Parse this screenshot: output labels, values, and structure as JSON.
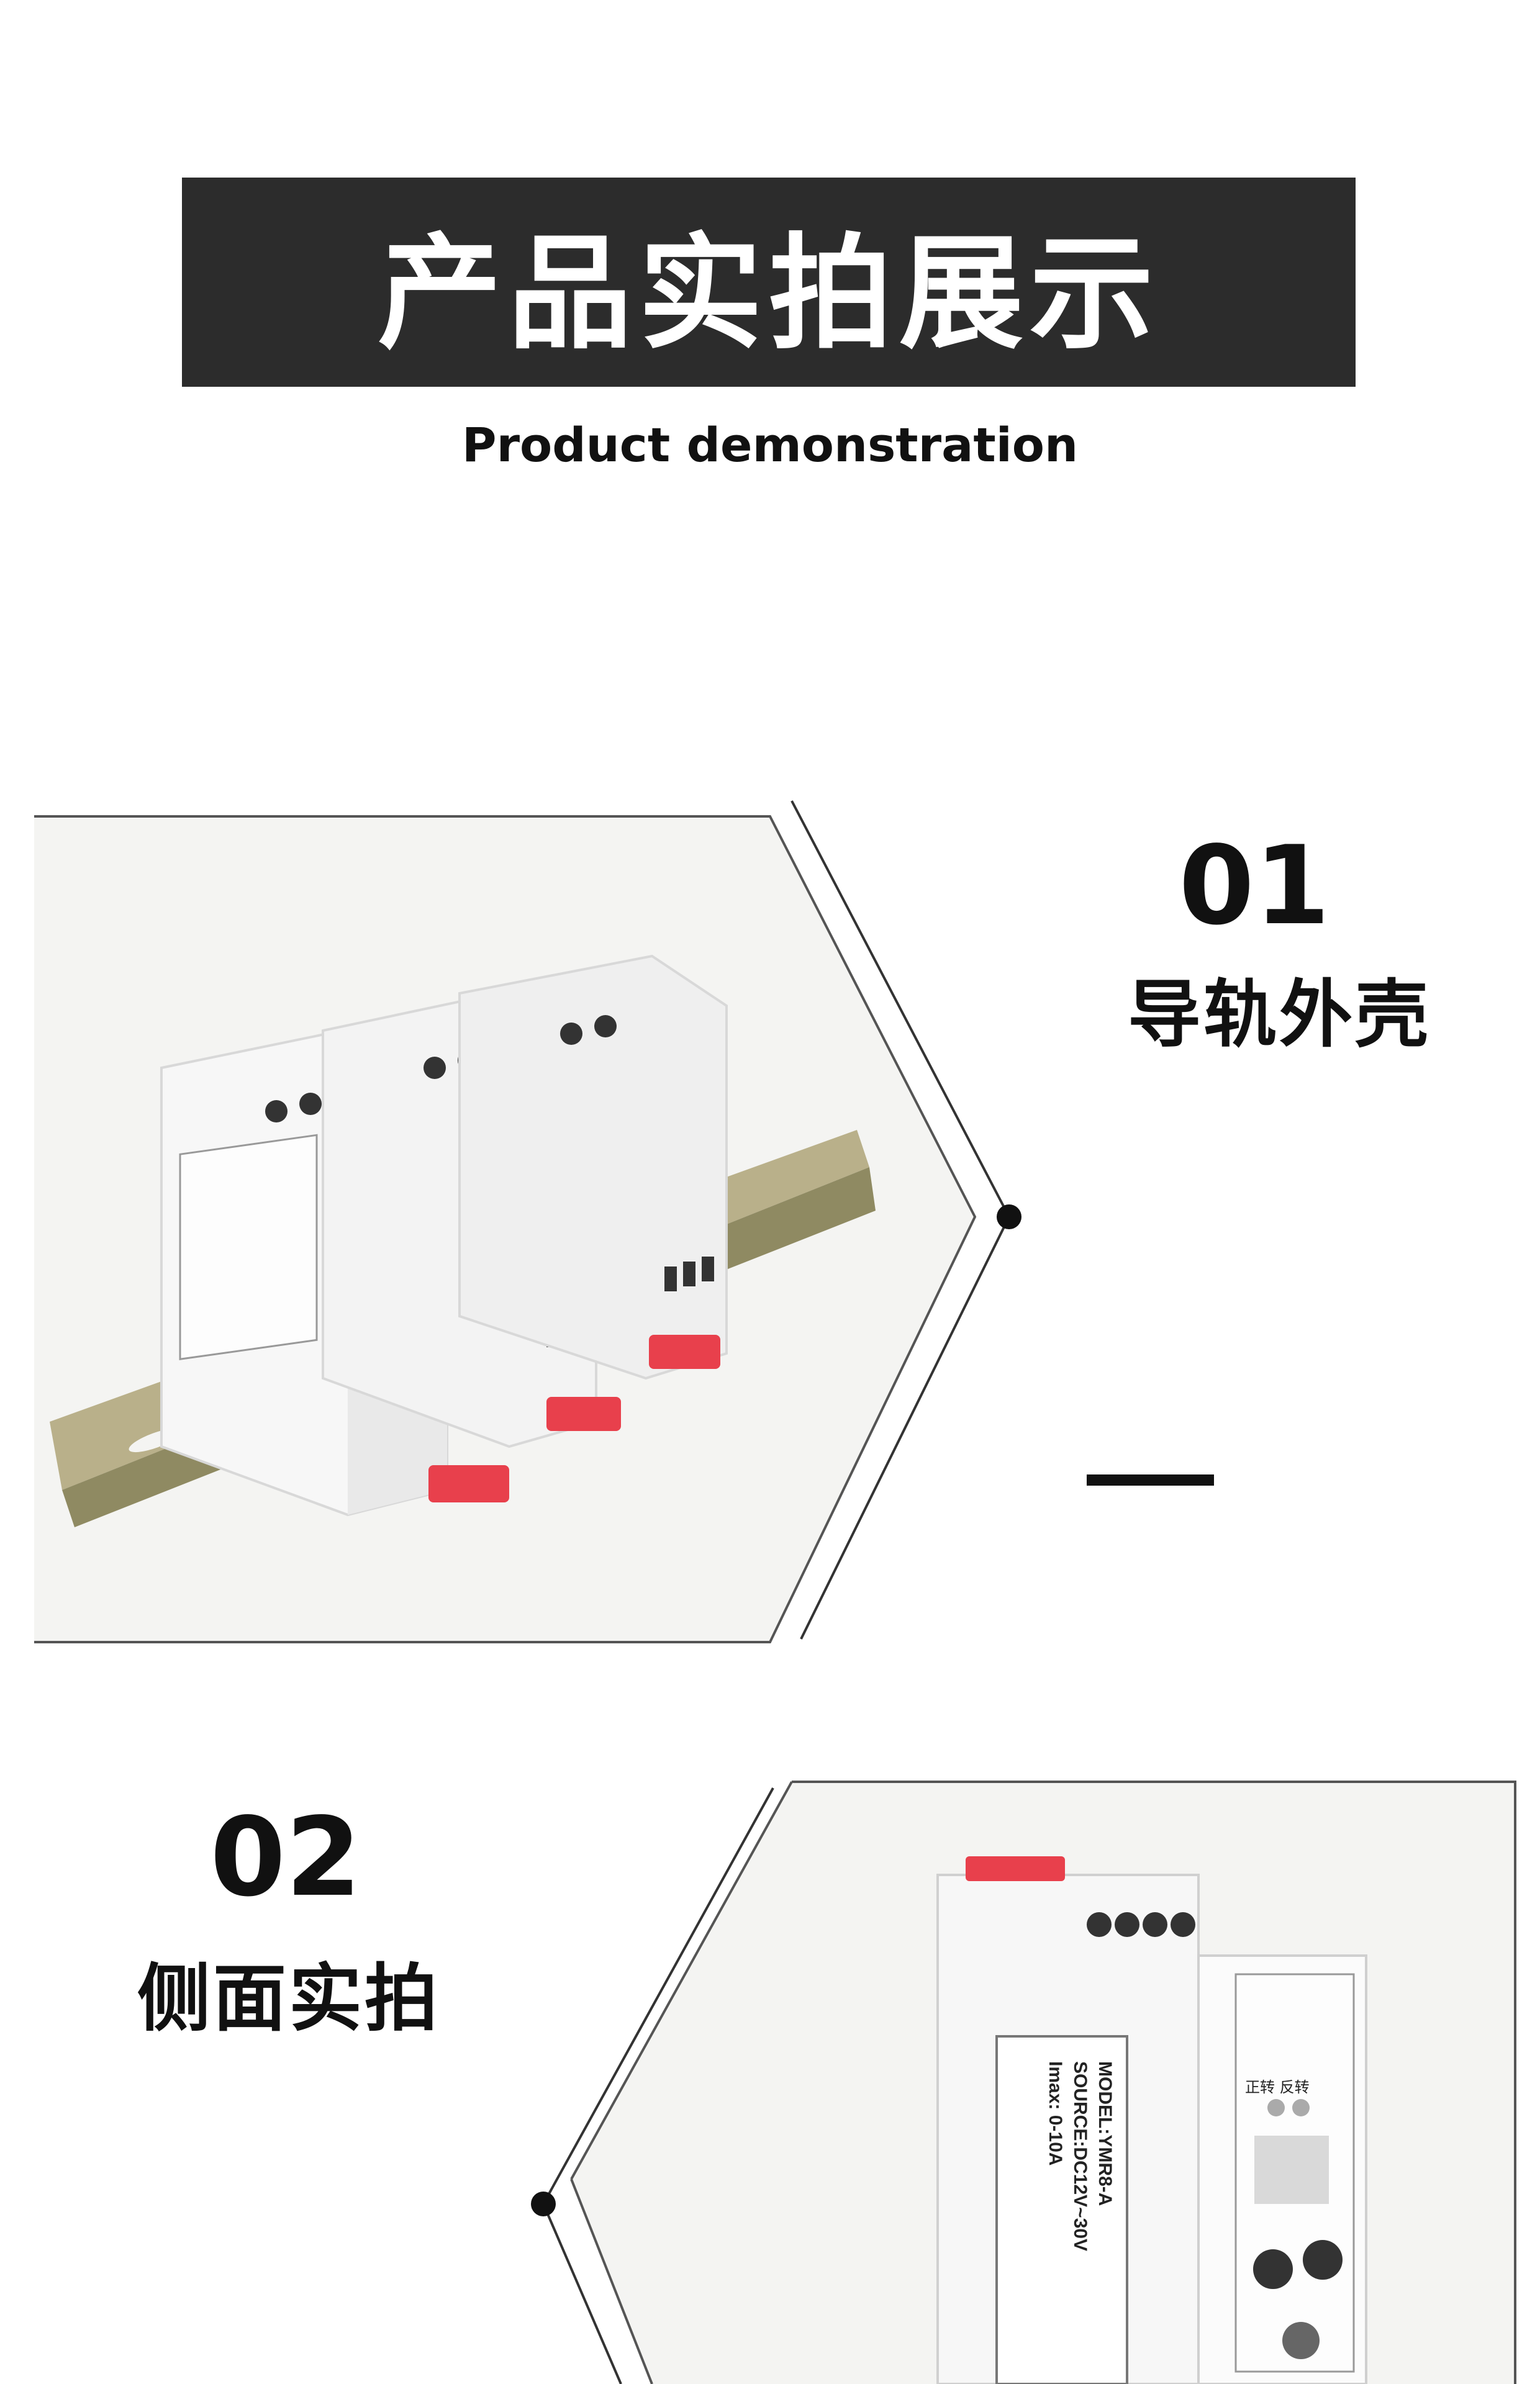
{
  "header": {
    "title_cn": "产品实拍展示",
    "title_en": "Product demonstration"
  },
  "sections": [
    {
      "number": "01",
      "label": "导轨外壳"
    },
    {
      "number": "02",
      "label": "侧面实拍"
    }
  ],
  "product_labels": {
    "model": "MODEL:YMR8-A",
    "source": "SOURCE:DC12V~30V",
    "imax": "Imax: 0-10A",
    "front_label": "正转 反转"
  },
  "colors": {
    "banner_bg": "#2c2c2c",
    "text": "#111111",
    "terminal_red": "#e8404c",
    "rail_metal": "#b9b08a"
  }
}
